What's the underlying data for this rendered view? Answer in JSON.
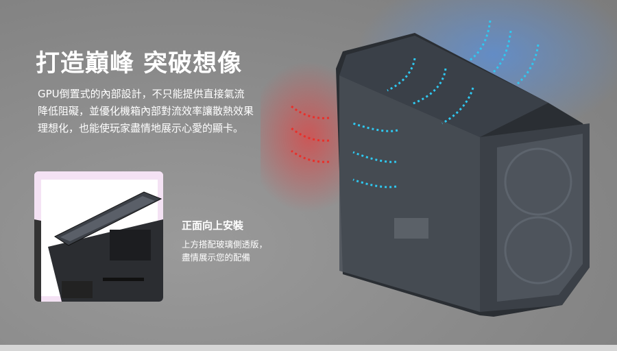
{
  "hero": {
    "title": "打造巔峰 突破想像",
    "description_lines": [
      "GPU倒置式的內部設計，不只能提供直接氣流",
      "降低阻礙，並優化機箱內部對流效率讓散熱效果",
      "理想化，也能使玩家盡情地展示心愛的顯卡。"
    ]
  },
  "feature": {
    "title": "正面向上安裝",
    "description_lines": [
      "上方搭配玻璃側透版，",
      "盡情展示您的配備"
    ]
  },
  "colors": {
    "airflow_cool": "#2fc8f0",
    "airflow_hot": "#e8302a",
    "case_body": "#2a2e33"
  }
}
